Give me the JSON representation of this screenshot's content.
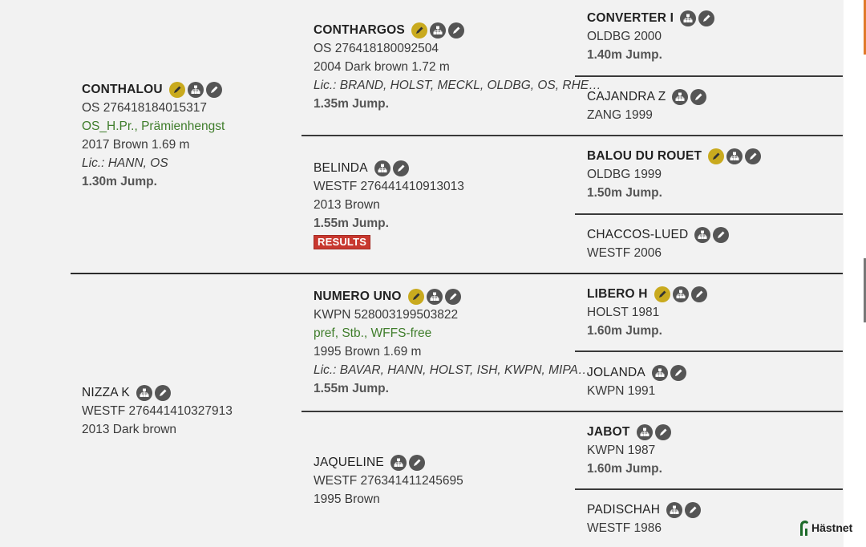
{
  "colors": {
    "background": "#f2f2f2",
    "divider": "#2c2c2c",
    "gold_icon": "#c9aa1e",
    "grey_icon": "#555555",
    "green_text": "#3f7d2b",
    "results_badge": "#c8382f",
    "accent_orange": "#e07a2a"
  },
  "icons": {
    "gold": "pencil-approved-icon",
    "tree": "pedigree-tree-icon",
    "edit": "edit-pencil-icon"
  },
  "sire": {
    "name": "CONTHALOU",
    "reg": "OS 276418184015317",
    "note": "OS_H.Pr., Prämienhengst",
    "info": "2017 Brown 1.69 m",
    "lic": "Lic.: HANN, OS",
    "jump": "1.30m Jump."
  },
  "dam": {
    "name": "NIZZA K",
    "reg": "WESTF 276441410327913",
    "info": "2013 Dark brown"
  },
  "gen2": {
    "contharGos": {
      "name": "CONTHARGOS",
      "reg": "OS 276418180092504",
      "info": "2004 Dark brown 1.72 m",
      "lic": "Lic.: BRAND, HOLST, MECKL, OLDBG, OS, RHE…",
      "jump": "1.35m Jump."
    },
    "belinda": {
      "name": "BELINDA",
      "reg": "WESTF 276441410913013",
      "info": "2013 Brown",
      "jump": "1.55m Jump.",
      "results": "RESULTS"
    },
    "numero_uno": {
      "name": "NUMERO UNO",
      "reg": "KWPN 528003199503822",
      "note": "pref, Stb., WFFS-free",
      "info": "1995 Brown 1.69 m",
      "lic": "Lic.: BAVAR, HANN, HOLST, ISH, KWPN, MIPA…",
      "jump": "1.55m Jump."
    },
    "jaqueline": {
      "name": "JAQUELINE",
      "reg": "WESTF 276341411245695",
      "info": "1995 Brown"
    }
  },
  "gen3": {
    "converter": {
      "name": "CONVERTER I",
      "info": "OLDBG 2000",
      "jump": "1.40m Jump."
    },
    "cajandra": {
      "name": "CAJANDRA Z",
      "info": "ZANG 1999"
    },
    "balou": {
      "name": "BALOU DU ROUET",
      "info": "OLDBG 1999",
      "jump": "1.50m Jump."
    },
    "chaccos": {
      "name": "CHACCOS-LUED",
      "info": "WESTF 2006"
    },
    "libero": {
      "name": "LIBERO H",
      "info": "HOLST 1981",
      "jump": "1.60m Jump."
    },
    "jolanda": {
      "name": "JOLANDA",
      "info": "KWPN 1991"
    },
    "jabot": {
      "name": "JABOT",
      "info": "KWPN 1987",
      "jump": "1.60m Jump."
    },
    "padischah": {
      "name": "PADISCHAH",
      "info": "WESTF 1986"
    }
  },
  "logo": {
    "text": "Hästnet"
  }
}
